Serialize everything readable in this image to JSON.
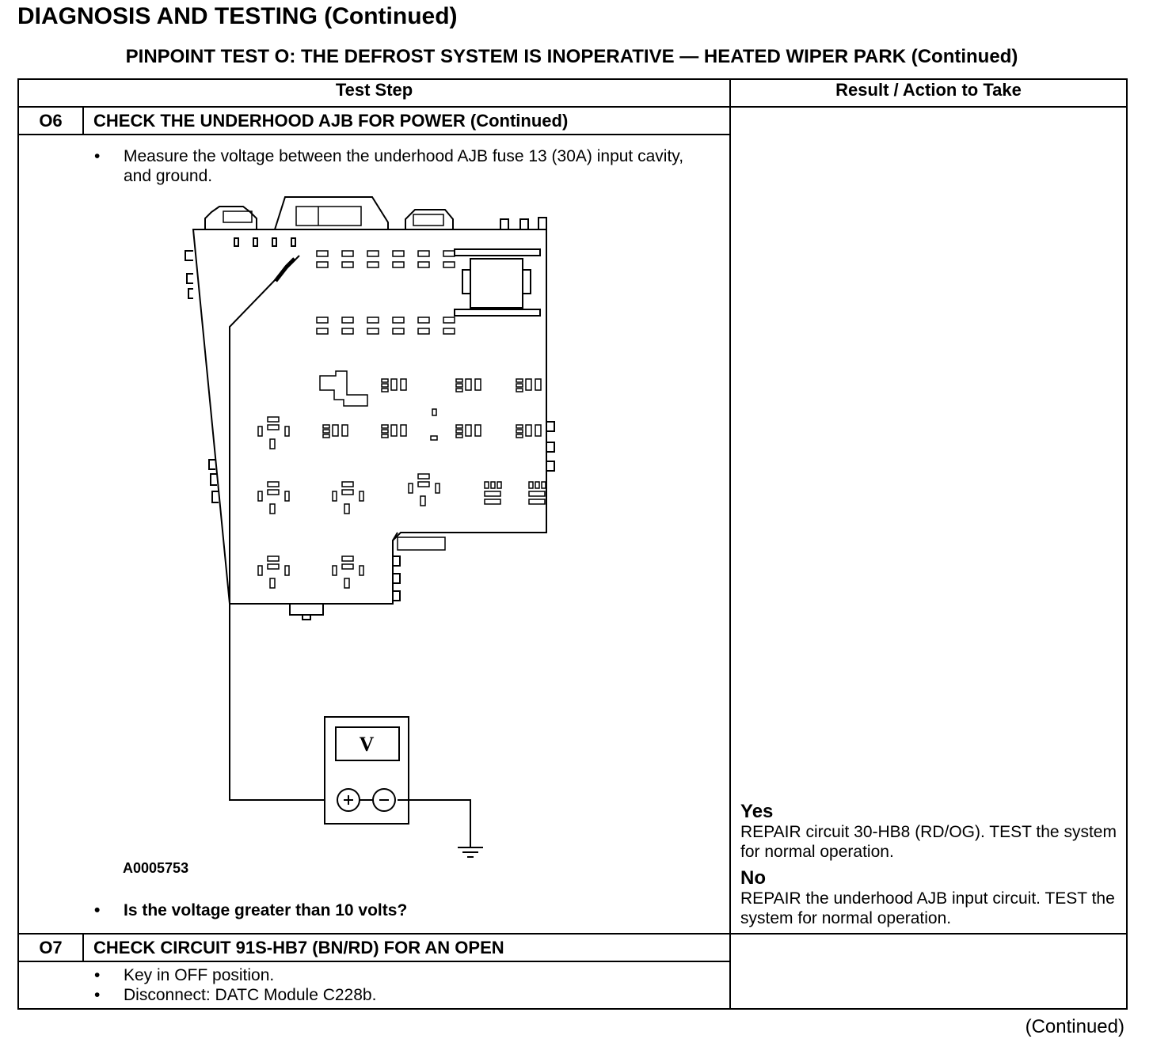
{
  "header": {
    "title": "DIAGNOSIS AND TESTING (Continued)",
    "subtitle": "PINPOINT TEST  O: THE DEFROST SYSTEM IS INOPERATIVE — HEATED WIPER PARK (Continued)"
  },
  "table": {
    "col_test_step": "Test Step",
    "col_result": "Result / Action to Take",
    "steps": [
      {
        "id": "O6",
        "title": "CHECK THE UNDERHOOD AJB FOR POWER (Continued)",
        "bullets": [
          "Measure the voltage between the underhood AJB fuse 13 (30A) input cavity, and ground."
        ],
        "figure_id": "A0005753",
        "meter_label": "V",
        "question": "Is the voltage greater than 10 volts?",
        "results": {
          "yes_label": "Yes",
          "yes_text": "REPAIR circuit 30-HB8 (RD/OG). TEST the system for normal operation.",
          "no_label": "No",
          "no_text": "REPAIR the underhood AJB input circuit. TEST the system for normal operation."
        }
      },
      {
        "id": "O7",
        "title": "CHECK CIRCUIT 91S-HB7 (BN/RD) FOR AN OPEN",
        "bullets": [
          "Key in OFF position.",
          "Disconnect: DATC Module C228b."
        ]
      }
    ]
  },
  "footer": {
    "continued": "(Continued)"
  }
}
